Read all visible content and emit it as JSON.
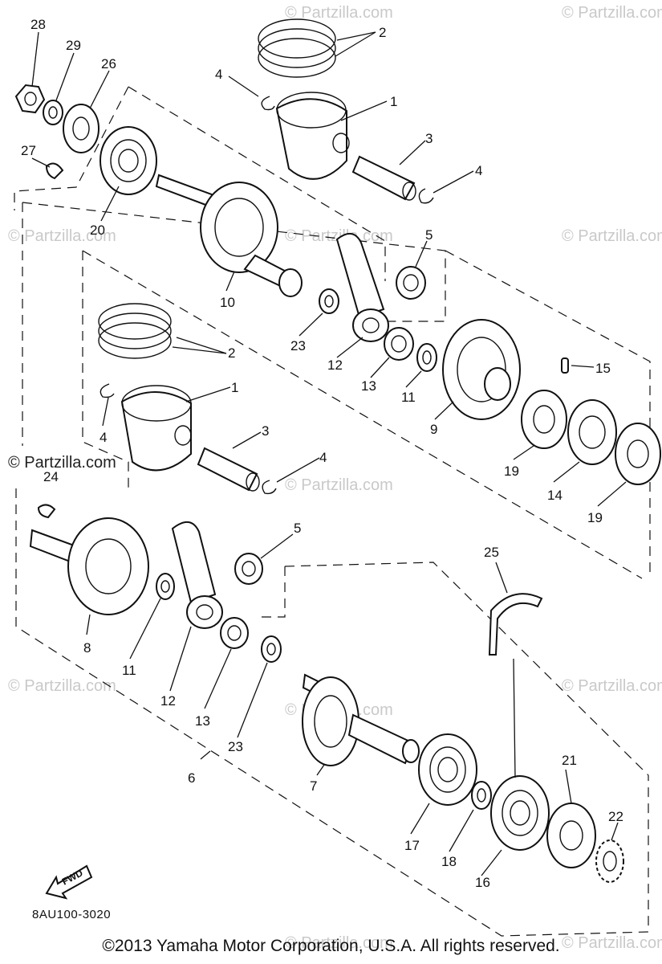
{
  "watermark": {
    "brand": "© Partzilla.com"
  },
  "callouts": {
    "c28": "28",
    "c29": "29",
    "c26": "26",
    "c27": "27",
    "c20": "20",
    "c2a": "2",
    "c4a": "4",
    "c1a": "1",
    "c3a": "3",
    "c4b": "4",
    "c5a": "5",
    "c10": "10",
    "c23a": "23",
    "c12a": "12",
    "c13a": "13",
    "c11a": "11",
    "c9": "9",
    "c15": "15",
    "c2b": "2",
    "c1b": "1",
    "c4c": "4",
    "c3b": "3",
    "c4d": "4",
    "c19a": "19",
    "c14": "14",
    "c19b": "19",
    "c24": "24",
    "c5b": "5",
    "c8": "8",
    "c11b": "11",
    "c12b": "12",
    "c13b": "13",
    "c23b": "23",
    "c25": "25",
    "c6": "6",
    "c7": "7",
    "c17": "17",
    "c18": "18",
    "c16": "16",
    "c21": "21",
    "c22": "22"
  },
  "fwd_label": "FWD",
  "diagram_code": "8AU100-3020",
  "copyright": "©2013 Yamaha Motor Corporation, U.S.A. All rights reserved."
}
